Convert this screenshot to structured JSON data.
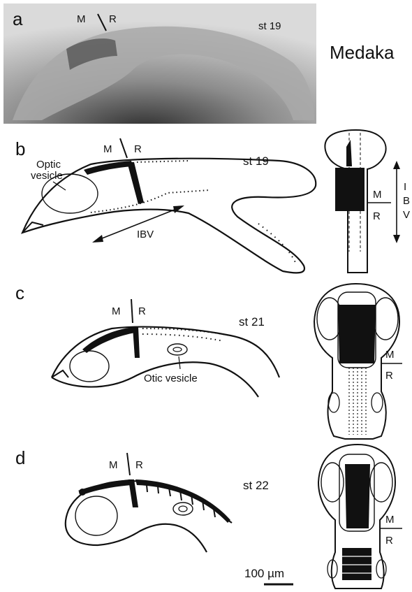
{
  "colors": {
    "ink": "#111111",
    "photo_light": "#dcdcdc",
    "photo_mid": "#9a9a9a",
    "photo_dark": "#3a3a3a"
  },
  "title": "Medaka",
  "panels": {
    "a": {
      "letter": "a",
      "stage": "st 19",
      "m": "M",
      "r": "R"
    },
    "b": {
      "letter": "b",
      "stage": "st 19",
      "m": "M",
      "r": "R",
      "optic": [
        "Optic",
        "vesicle"
      ],
      "ibv": "IBV",
      "dorsal_m": "M",
      "dorsal_r": "R",
      "ibv_vertical": [
        "I",
        "B",
        "V"
      ]
    },
    "c": {
      "letter": "c",
      "stage": "st 21",
      "m": "M",
      "r": "R",
      "otic": "Otic vesicle",
      "dorsal_m": "M",
      "dorsal_r": "R"
    },
    "d": {
      "letter": "d",
      "stage": "st 22",
      "m": "M",
      "r": "R",
      "dorsal_m": "M",
      "dorsal_r": "R"
    }
  },
  "scale_bar": "100 µm"
}
